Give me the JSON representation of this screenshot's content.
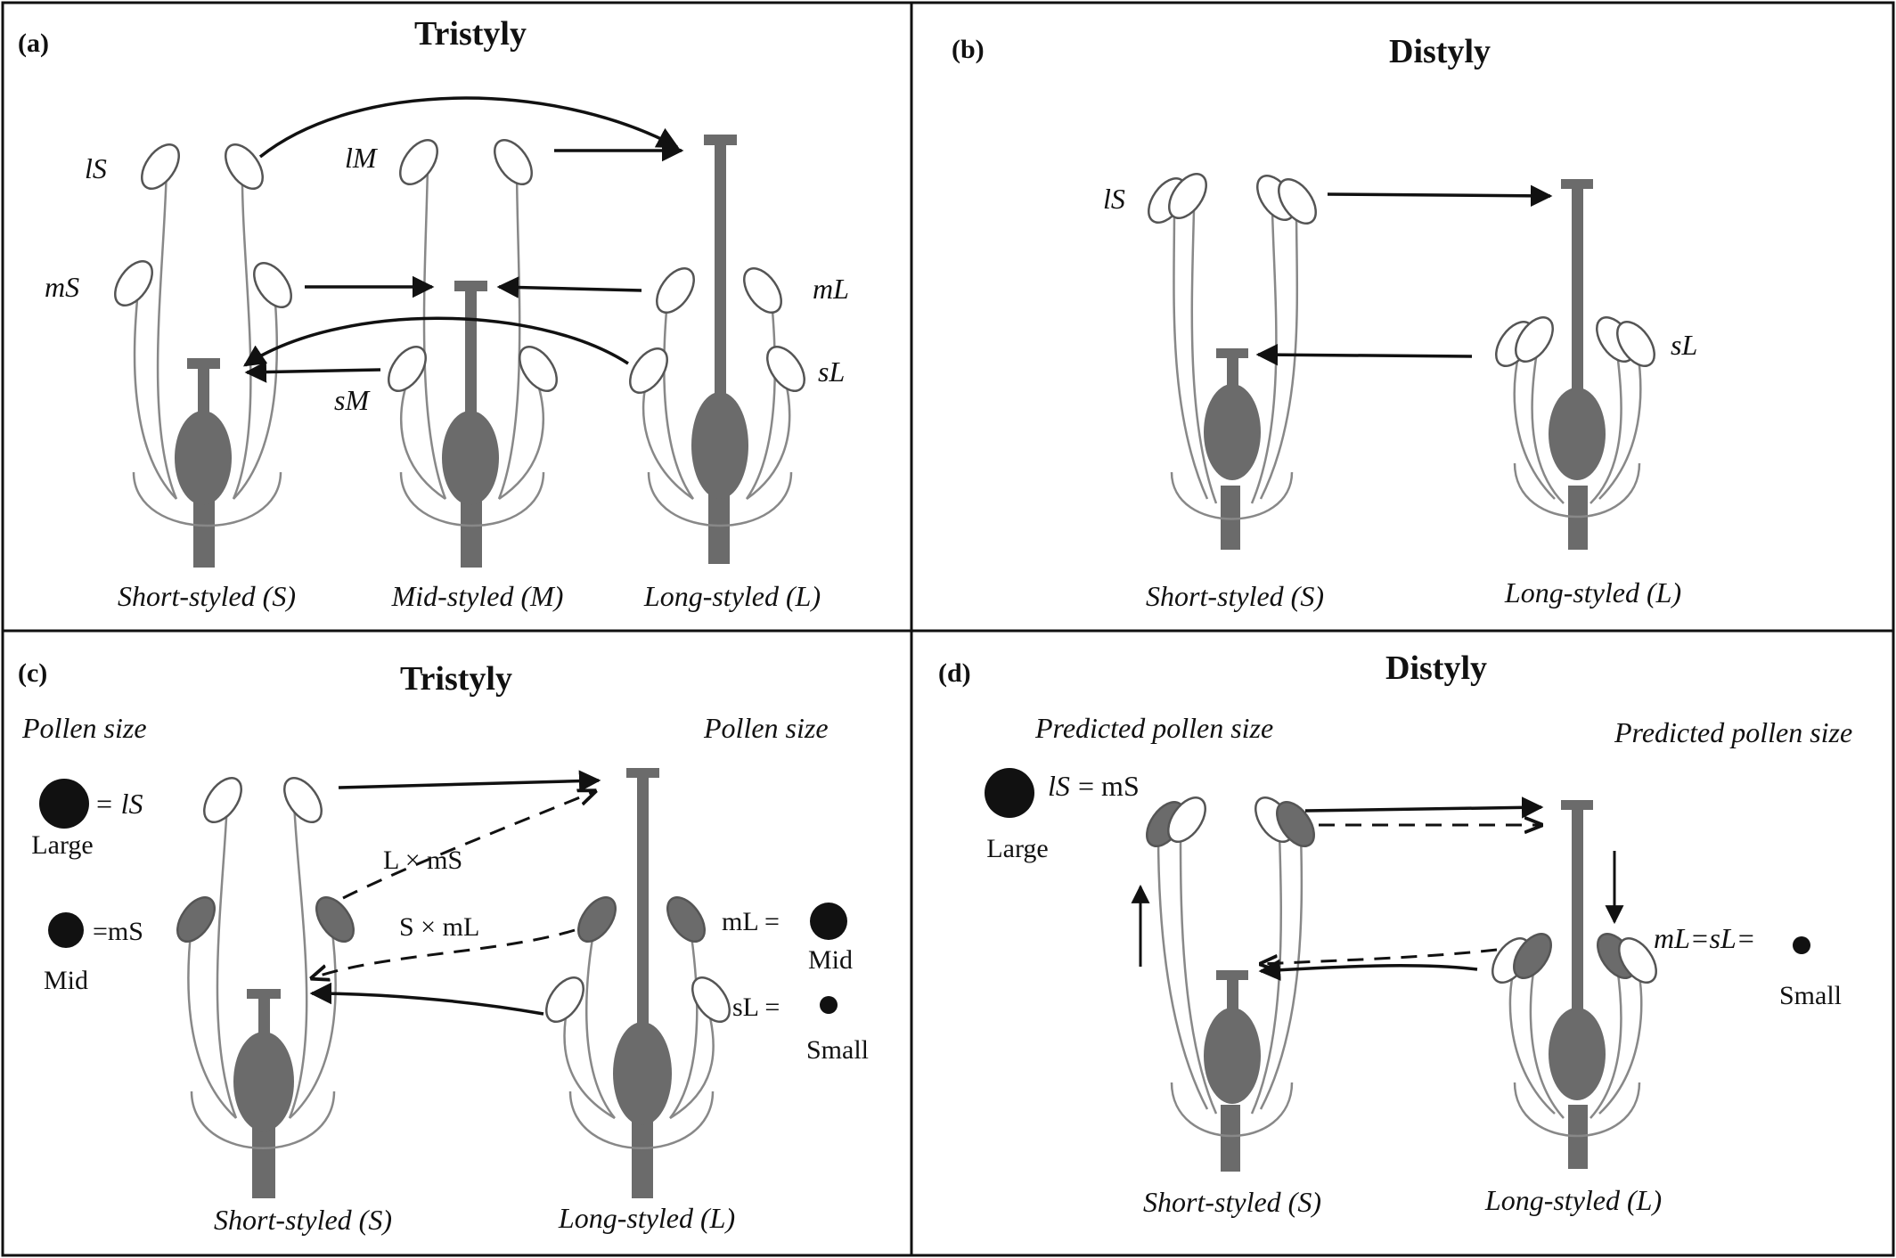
{
  "panels": {
    "a": {
      "letter": "(a)",
      "title": "Tristyly",
      "labels": {
        "lS": "lS",
        "lM": "lM",
        "mS": "mS",
        "mL": "mL",
        "sM": "sM",
        "sL": "sL"
      },
      "morphs": [
        "Short-styled (S)",
        "Mid-styled (M)",
        "Long-styled (L)"
      ]
    },
    "b": {
      "letter": "(b)",
      "title": "Distyly",
      "labels": {
        "lS": "lS",
        "sL": "sL"
      },
      "morphs": [
        "Short-styled (S)",
        "Long-styled (L)"
      ]
    },
    "c": {
      "letter": "(c)",
      "title": "Tristyly",
      "pollen_left": "Pollen size",
      "pollen_right": "Pollen size",
      "eq_large": "= lS",
      "large": "Large",
      "eq_mid_left": "=mS",
      "mid_left": "Mid",
      "eq_mid_right": "mL =",
      "mid_right": "Mid",
      "eq_small": "sL =",
      "small": "Small",
      "cross1": "L × mS",
      "cross2": "S × mL",
      "morphs": [
        "Short-styled (S)",
        "Long-styled (L)"
      ]
    },
    "d": {
      "letter": "(d)",
      "title": "Distyly",
      "pred_left": "Predicted pollen size",
      "pred_right": "Predicted pollen size",
      "eq_large_a": "lS",
      "eq_large_b": "= mS",
      "large": "Large",
      "eq_small": "mL=sL=",
      "small": "Small",
      "morphs": [
        "Short-styled (S)",
        "Long-styled (L)"
      ]
    }
  },
  "colors": {
    "organ": "#6b6b6b",
    "outline": "#777777",
    "arrow": "#111111",
    "dot": "#111111",
    "frame": "#111111"
  }
}
